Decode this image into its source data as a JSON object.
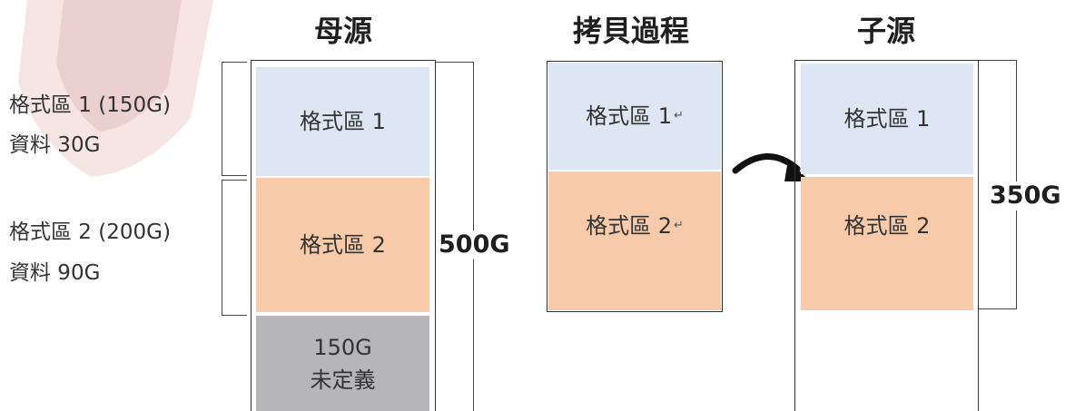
{
  "headings": {
    "parent": "母源",
    "copy": "拷貝過程",
    "child": "子源"
  },
  "side_labels": {
    "partition1_line1": "格式區 1 (150G)",
    "partition1_line2": "資料  30G",
    "partition2_line1": "格式區 2 (200G)",
    "partition2_line2": "資料  90G"
  },
  "parent_disk": {
    "block1": "格式區 1",
    "block2": "格式區 2",
    "unallocated": "150G\n未定義",
    "size": "500G"
  },
  "copy_disk": {
    "block1": "格式區 1",
    "block2": "格式區 2",
    "return_mark": "↵"
  },
  "child_disk": {
    "block1": "格式區 1",
    "block2": "格式區 2",
    "size": "350G"
  },
  "colors": {
    "partition1": "#dce7f3",
    "partition2": "#f7cbaa",
    "unallocated": "#b6b6b8",
    "watermark": "#c0392b"
  },
  "icons": {
    "arrow": "curved-arrow-right",
    "watermark": "red-shield-logo"
  }
}
